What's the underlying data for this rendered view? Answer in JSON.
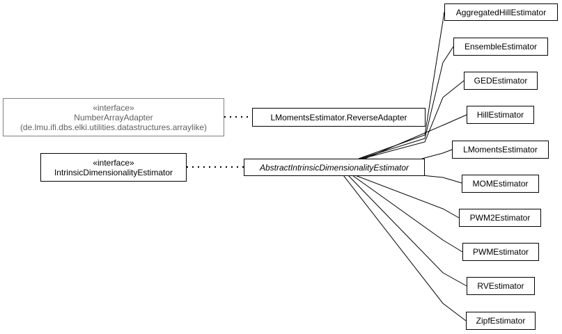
{
  "diagram": {
    "external_interface": {
      "stereotype": "«interface»",
      "name": "NumberArrayAdapter",
      "package": "(de.lmu.ifi.dbs.elki.utilities.datastructures.arraylike)"
    },
    "reverse_adapter": {
      "name": "LMomentsEstimator.ReverseAdapter"
    },
    "interface": {
      "stereotype": "«interface»",
      "name": "IntrinsicDimensionalityEstimator"
    },
    "abstract_class": {
      "name": "AbstractIntrinsicDimensionalityEstimator"
    },
    "subclasses": [
      "AggregatedHillEstimator",
      "EnsembleEstimator",
      "GEDEstimator",
      "HillEstimator",
      "LMomentsEstimator",
      "MOMEstimator",
      "PWM2Estimator",
      "PWMEstimator",
      "RVEstimator",
      "ZipfEstimator"
    ],
    "colors": {
      "line": "#000000",
      "external_border": "#808080",
      "external_text": "#606060"
    }
  }
}
